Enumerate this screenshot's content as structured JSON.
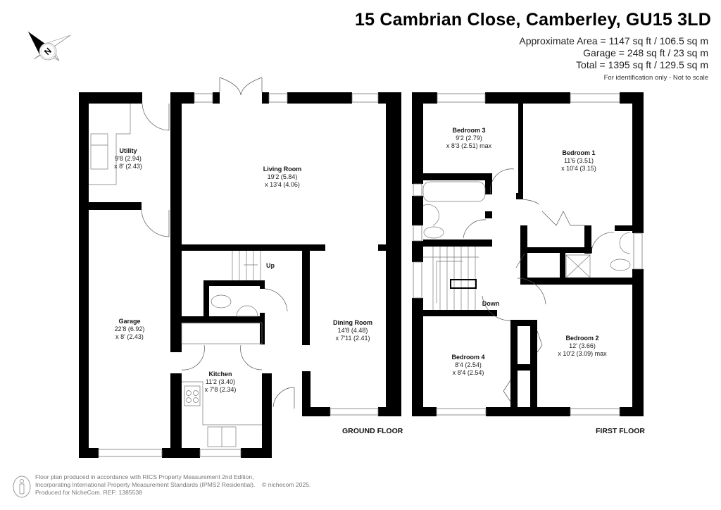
{
  "header": {
    "address": "15 Cambrian Close, Camberley, GU15 3LD",
    "areas": [
      "Approximate Area = 1147 sq ft / 106.5 sq m",
      "Garage = 248 sq ft / 23 sq m",
      "Total = 1395 sq ft / 129.5 sq m"
    ],
    "note": "For identification only - Not to scale"
  },
  "compass": {
    "label": "N"
  },
  "ground_floor": {
    "label": "GROUND FLOOR",
    "stairs_label": "Up",
    "rooms": [
      {
        "name": "Utility",
        "dim1": "9'8 (2.94)",
        "dim2": "x 8' (2.43)"
      },
      {
        "name": "Living Room",
        "dim1": "19'2 (5.84)",
        "dim2": "x 13'4 (4.06)"
      },
      {
        "name": "Garage",
        "dim1": "22'8 (6.92)",
        "dim2": "x 8' (2.43)"
      },
      {
        "name": "Dining Room",
        "dim1": "14'8 (4.48)",
        "dim2": "x 7'11 (2.41)"
      },
      {
        "name": "Kitchen",
        "dim1": "11'2 (3.40)",
        "dim2": "x 7'8 (2.34)"
      }
    ]
  },
  "first_floor": {
    "label": "FIRST FLOOR",
    "stairs_label": "Down",
    "rooms": [
      {
        "name": "Bedroom 3",
        "dim1": "9'2 (2.79)",
        "dim2": "x 8'3 (2.51) max"
      },
      {
        "name": "Bedroom 1",
        "dim1": "11'6 (3.51)",
        "dim2": "x 10'4 (3.15)"
      },
      {
        "name": "Bedroom 4",
        "dim1": "8'4 (2.54)",
        "dim2": "x 8'4 (2.54)"
      },
      {
        "name": "Bedroom 2",
        "dim1": "12' (3.66)",
        "dim2": "x 10'2 (3.09) max"
      }
    ]
  },
  "footer": {
    "lines": [
      "Floor plan produced in accordance with RICS Property Measurement 2nd Edition,",
      "Incorporating International Property Measurement Standards (IPMS2 Residential).",
      "Produced for NicheCom.  REF: 1385538"
    ],
    "copyright": "© nichecom 2025."
  }
}
